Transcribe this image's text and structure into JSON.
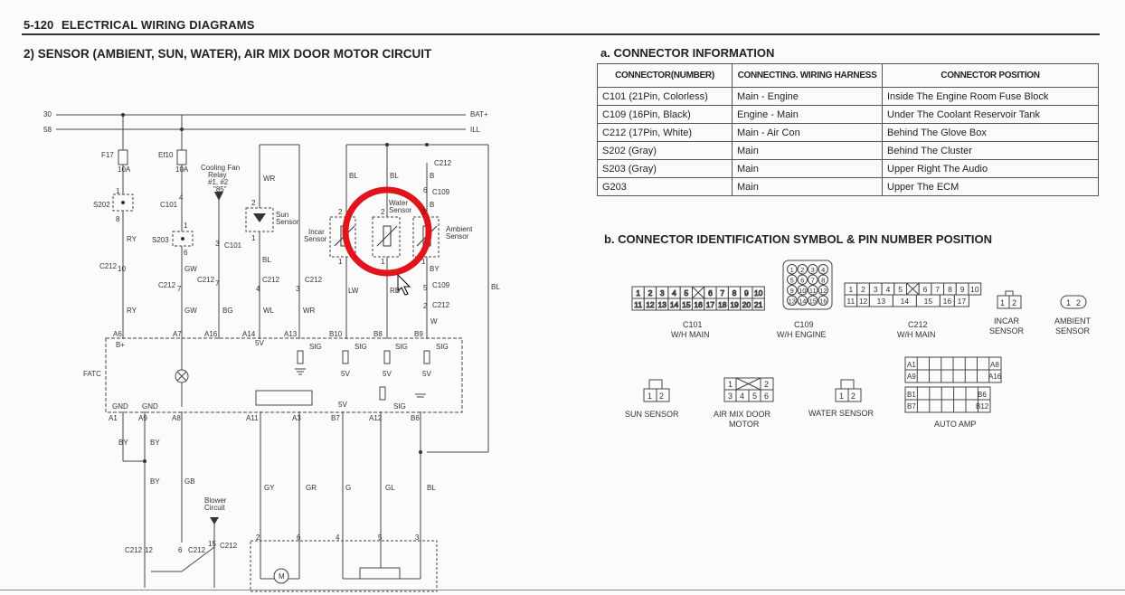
{
  "page_header": {
    "page_number": "5-120",
    "title": "ELECTRICAL WIRING DIAGRAMS"
  },
  "section_title": "2)  SENSOR (AMBIENT, SUN, WATER), AIR MIX DOOR MOTOR CIRCUIT",
  "connector_info": {
    "title": "a. CONNECTOR INFORMATION",
    "headers": [
      "CONNECTOR(NUMBER)",
      "CONNECTING. WIRING HARNESS",
      "CONNECTOR POSITION"
    ],
    "rows": [
      [
        "C101 (21Pin, Colorless)",
        "Main - Engine",
        "Inside The Engine Room Fuse Block"
      ],
      [
        "C109 (16Pin, Black)",
        "Engine - Main",
        "Under The Coolant Reservoir Tank"
      ],
      [
        "C212 (17Pin, White)",
        "Main - Air Con",
        "Behind The Glove Box"
      ],
      [
        "S202 (Gray)",
        "Main",
        "Behind The Cluster"
      ],
      [
        "S203 (Gray)",
        "Main",
        "Upper Right The Audio"
      ],
      [
        "G203",
        "Main",
        "Upper The ECM"
      ]
    ]
  },
  "connector_id": {
    "title": "b. CONNECTOR IDENTIFICATION SYMBOL & PIN NUMBER POSITION",
    "c101": {
      "row1": [
        "1",
        "2",
        "3",
        "4",
        "5",
        "",
        "6",
        "7",
        "8",
        "9",
        "10"
      ],
      "row2": [
        "11",
        "12",
        "13",
        "14",
        "15",
        "16",
        "17",
        "18",
        "19",
        "20",
        "21"
      ],
      "label1": "C101",
      "label2": "W/H MAIN"
    },
    "c109": {
      "rows": [
        [
          "1",
          "2",
          "3",
          "4"
        ],
        [
          "5",
          "6",
          "7",
          "8"
        ],
        [
          "9",
          "10",
          "11",
          "12"
        ],
        [
          "13",
          "14",
          "15",
          "16"
        ]
      ],
      "label1": "C109",
      "label2": "W/H ENGINE"
    },
    "c212": {
      "row1": [
        "1",
        "2",
        "3",
        "4",
        "5",
        "",
        "6",
        "7",
        "8",
        "9",
        "10"
      ],
      "row2": [
        "11",
        "12",
        "13",
        "14",
        "15",
        "16",
        "17"
      ],
      "label1": "C212",
      "label2": "W/H MAIN"
    },
    "incar": {
      "pins": [
        "1",
        "2"
      ],
      "label1": "INCAR",
      "label2": "SENSOR"
    },
    "ambient": {
      "pins": [
        "1",
        "2"
      ],
      "label1": "AMBIENT",
      "label2": "SENSOR"
    },
    "sun": {
      "pins": [
        "1",
        "2"
      ],
      "label": "SUN  SENSOR"
    },
    "airmix": {
      "row1": [
        "1",
        "",
        "2"
      ],
      "row2": [
        "3",
        "4",
        "5",
        "6"
      ],
      "label1": "AIR MIX DOOR",
      "label2": "MOTOR"
    },
    "water": {
      "pins": [
        "1",
        "2"
      ],
      "label": "WATER SENSOR"
    },
    "autoamp": {
      "pins_tl": [
        "A1",
        "A9"
      ],
      "pins_tr": [
        "A8",
        "A16"
      ],
      "pins_bl": [
        "B1",
        "B7"
      ],
      "pins_br": [
        "B6",
        "B12"
      ],
      "label": "AUTO AMP"
    }
  },
  "schematic": {
    "bus_30": "30",
    "bus_58": "58",
    "bat": "BAT+",
    "ill": "ILL",
    "f17": "F17",
    "f17_rating": "10A",
    "ef10": "Ef10",
    "ef10_rating": "10A",
    "relay_l1": "Cooling Fan",
    "relay_l2": "Relay",
    "relay_l3": "#1, #2",
    "relay_l4": "\"85\"",
    "s202": "S202",
    "s203": "S203",
    "c101": "C101",
    "c212": "C212",
    "c109": "C109",
    "sun_l1": "Sun",
    "sun_l2": "Sensor",
    "incar_l1": "Incar",
    "incar_l2": "Sensor",
    "water_l1": "Water",
    "water_l2": "Sensor",
    "ambient_l1": "Ambient",
    "ambient_l2": "Sensor",
    "fatc": "FATC",
    "b_plus": "B+",
    "gnd": "GND",
    "sig": "SIG",
    "v5": "5V",
    "blower_l1": "Blower",
    "blower_l2": "Circuit",
    "motor": "M",
    "wires": {
      "ry": "RY",
      "gw": "GW",
      "bg": "BG",
      "wl": "WL",
      "wr": "WR",
      "bl": "BL",
      "lw": "LW",
      "rb": "RB",
      "by": "BY",
      "w": "W",
      "gb": "GB",
      "gy": "GY",
      "gr": "GR",
      "g": "G",
      "gl": "GL",
      "b": "B"
    },
    "pins": {
      "a6": "A6",
      "a7": "A7",
      "a16": "A16",
      "a14": "A14",
      "a13": "A13",
      "b10": "B10",
      "b8": "B8",
      "b9": "B9",
      "a1": "A1",
      "a9": "A9",
      "a8": "A8",
      "a11": "A11",
      "a3": "A3",
      "b7": "B7",
      "a12": "A12",
      "b6": "B6"
    },
    "n1": "1",
    "n2": "2",
    "n3": "3",
    "n4": "4",
    "n5": "5",
    "n6": "6",
    "n7": "7",
    "n8": "8",
    "n10": "10",
    "n12": "12",
    "n15": "15"
  },
  "highlight_color": "#e0141a"
}
